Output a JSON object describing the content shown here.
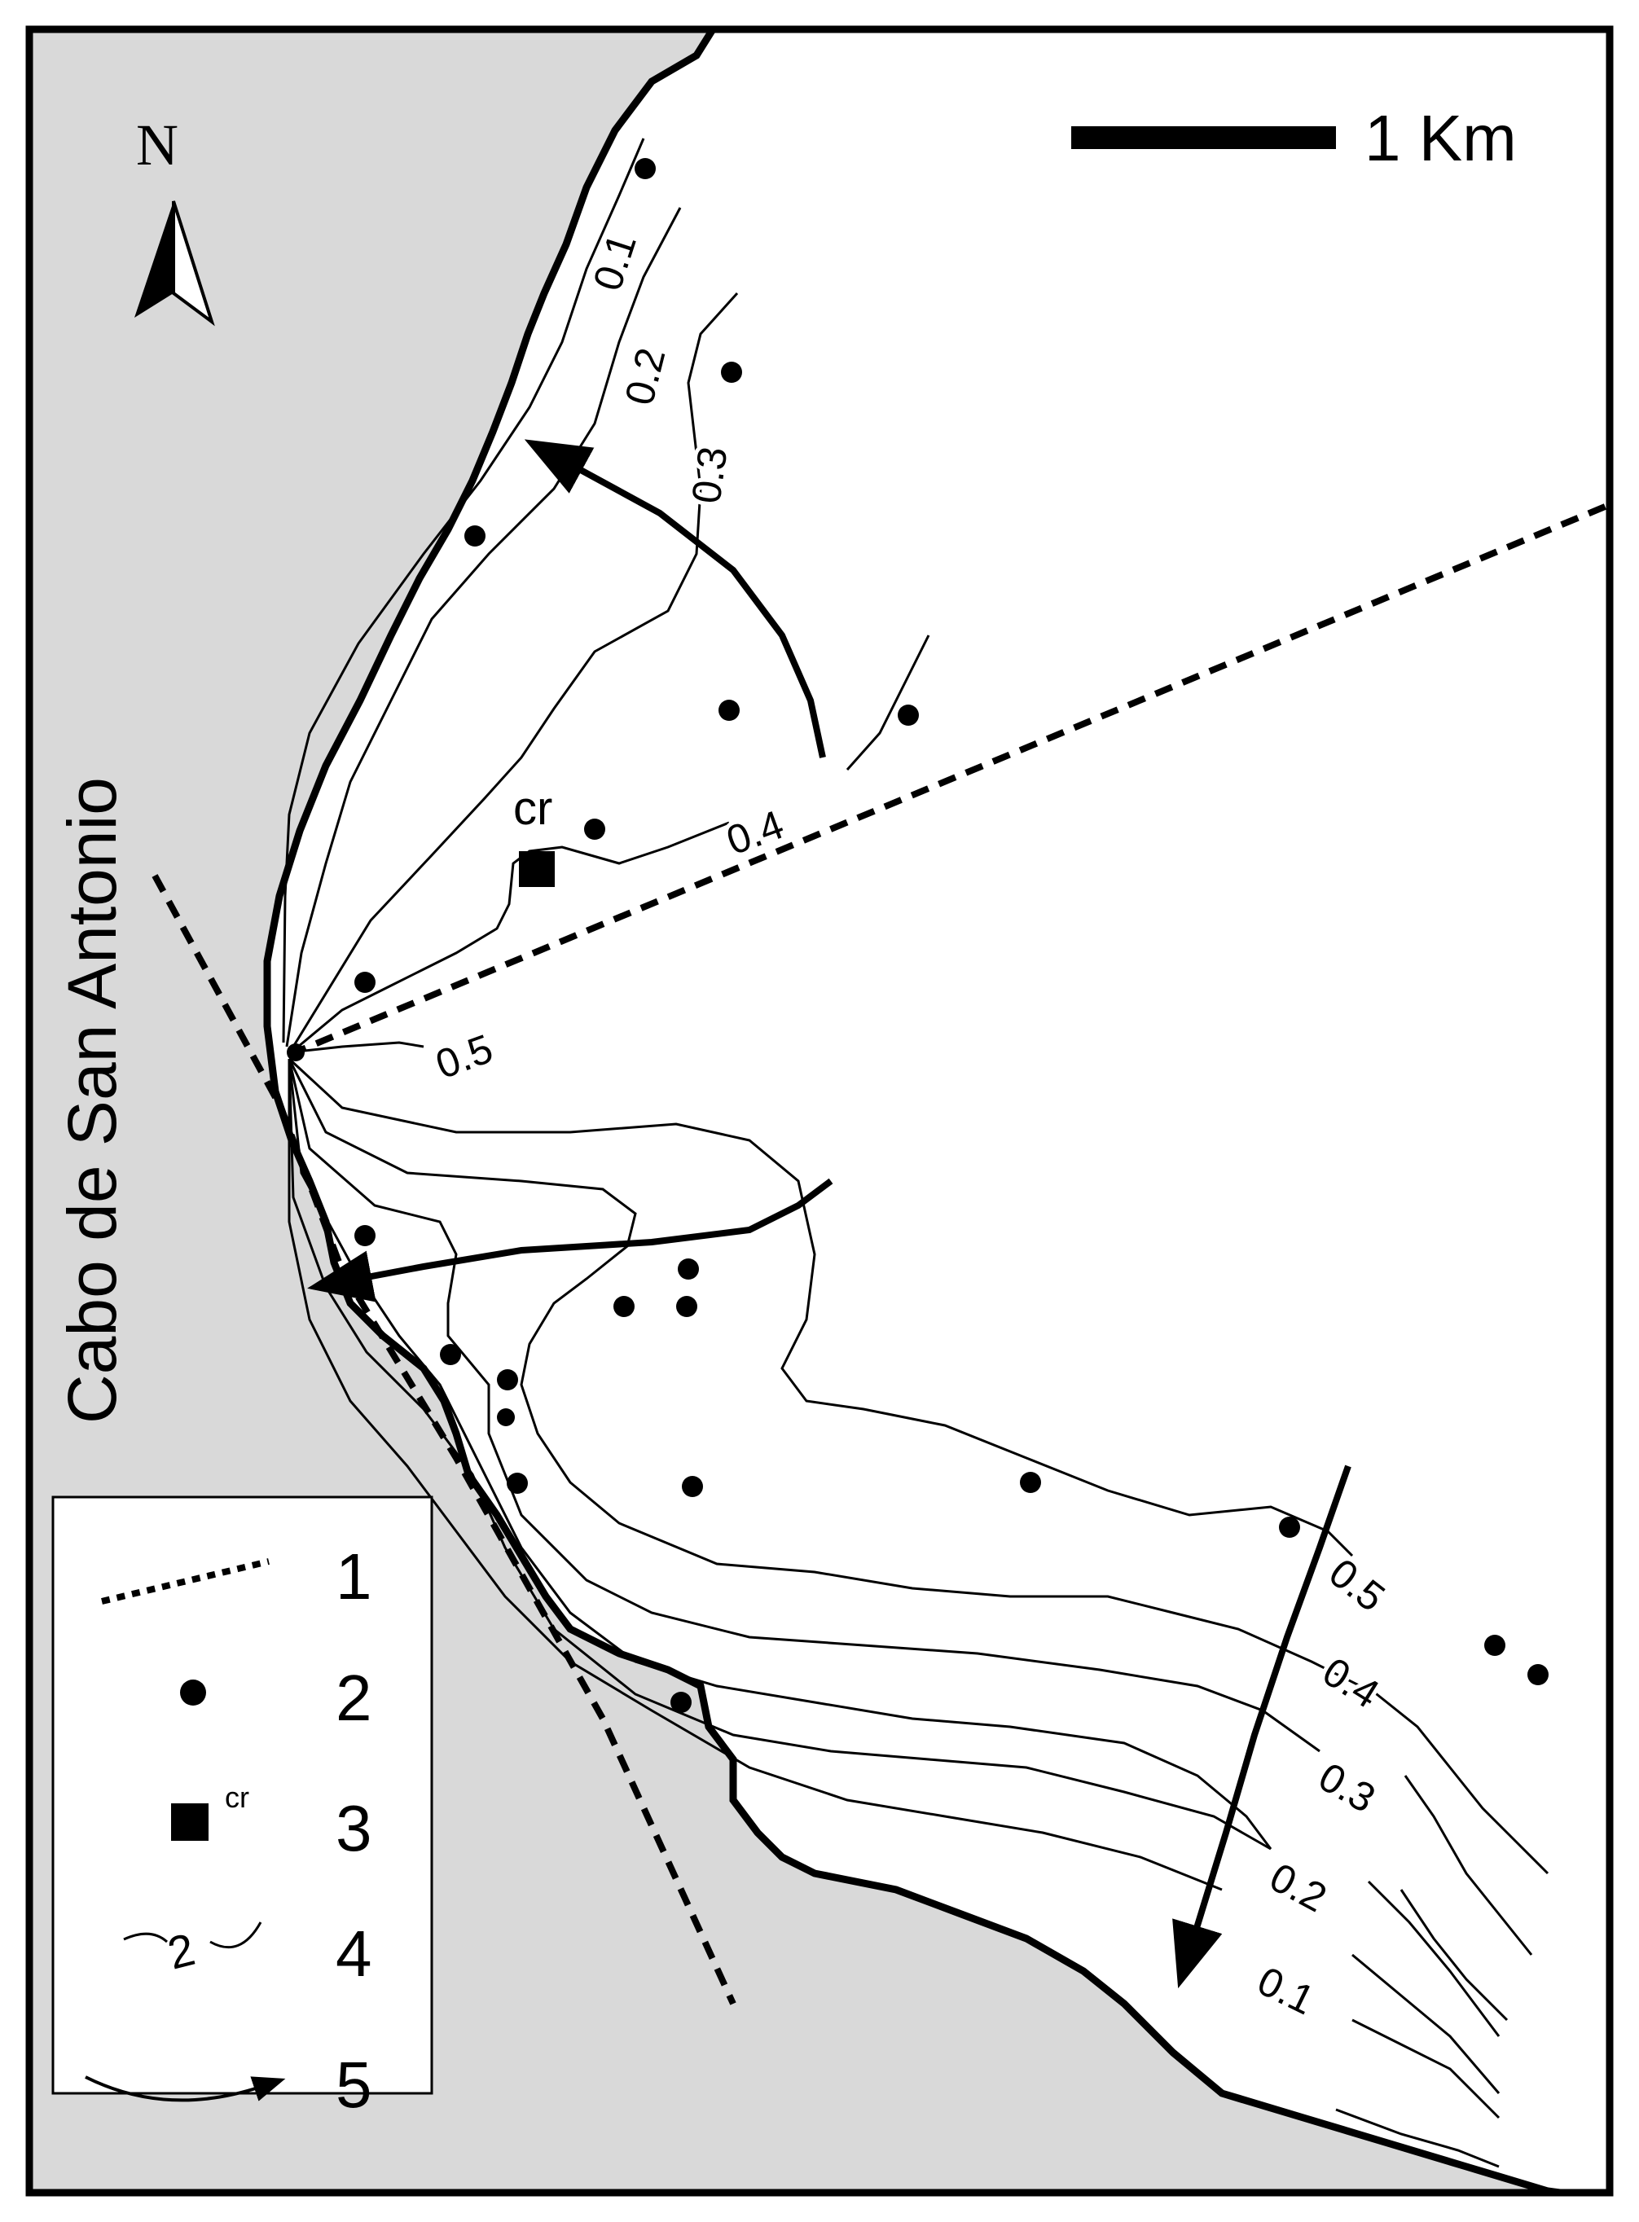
{
  "map": {
    "north_label": "N",
    "scale_label": "1 Km",
    "place_name": "Cabo de San Antonio",
    "station_tag": "cr",
    "colors": {
      "land": "#d9d9d9",
      "sea": "#ffffff",
      "ink": "#000000"
    },
    "isoline_labels": {
      "north": [
        "0.1",
        "0.2",
        "0.3",
        "0.4",
        "0.5"
      ],
      "south": [
        "0.5",
        "0.4",
        "0.3",
        "0.2",
        "0.1"
      ]
    }
  },
  "legend": {
    "items": [
      {
        "number": "1",
        "symbol": "dotted-line"
      },
      {
        "number": "2",
        "symbol": "filled-dot"
      },
      {
        "number": "3",
        "symbol": "filled-square",
        "tag": "cr"
      },
      {
        "number": "4",
        "symbol": "isoline",
        "tag": "2"
      },
      {
        "number": "5",
        "symbol": "curved-arrow"
      }
    ]
  }
}
